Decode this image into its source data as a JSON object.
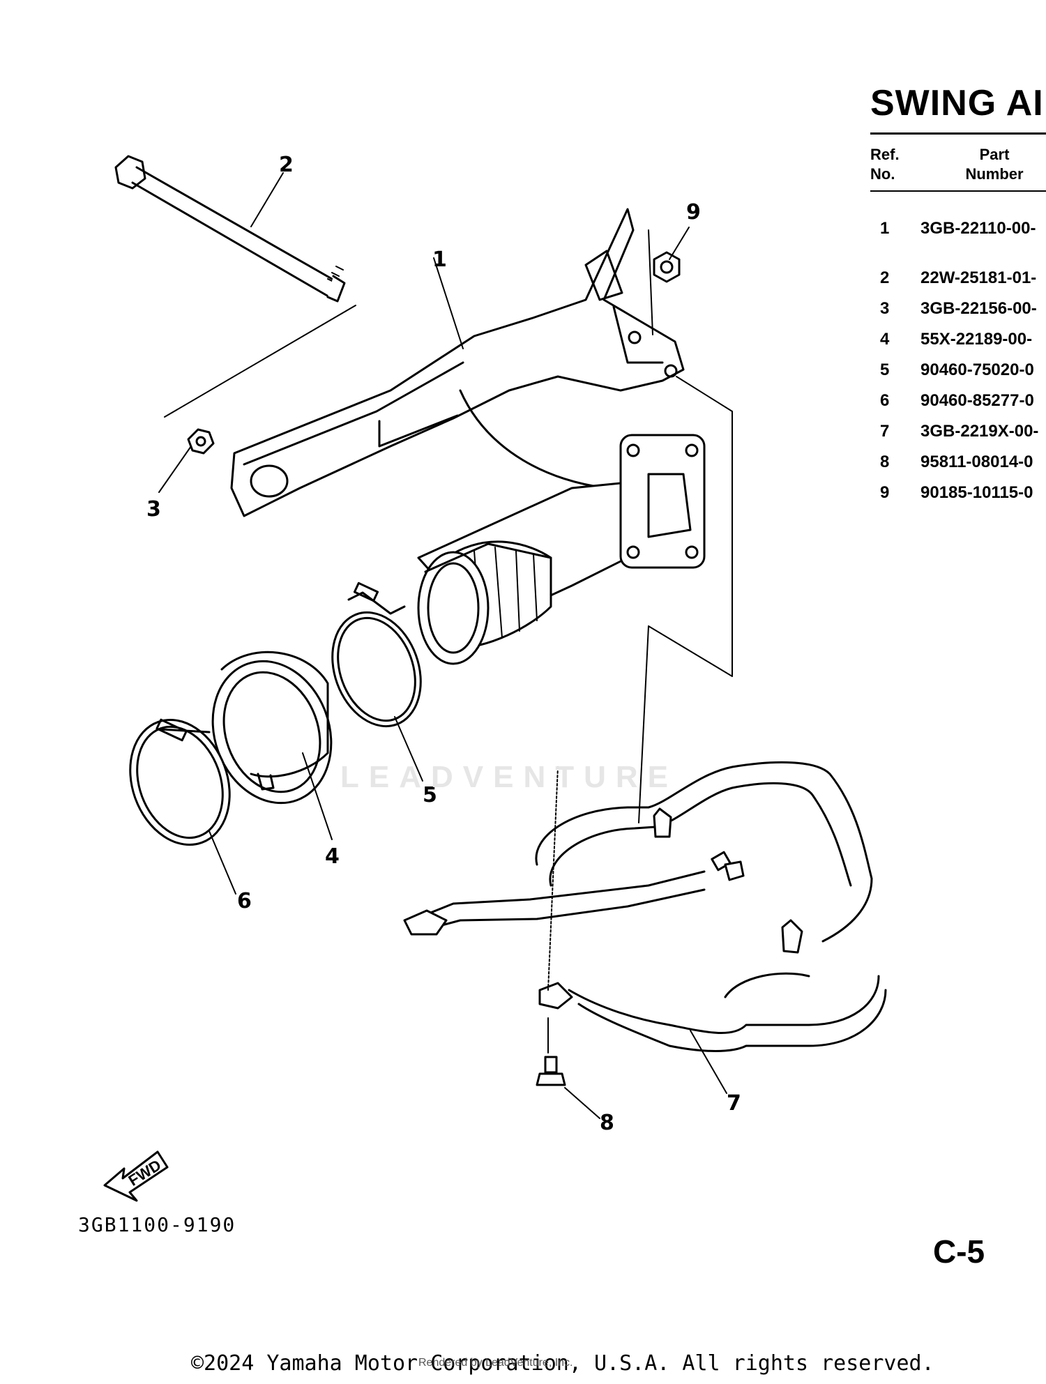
{
  "header": {
    "title": "SWING AI"
  },
  "table": {
    "col_ref": "Ref.\nNo.",
    "col_ref_l1": "Ref.",
    "col_ref_l2": "No.",
    "col_part_l1": "Part",
    "col_part_l2": "Number",
    "rows": [
      {
        "ref": "1",
        "part": "3GB-22110-00-"
      },
      {
        "ref": "2",
        "part": "22W-25181-01-"
      },
      {
        "ref": "3",
        "part": "3GB-22156-00-"
      },
      {
        "ref": "4",
        "part": "55X-22189-00-"
      },
      {
        "ref": "5",
        "part": "90460-75020-0"
      },
      {
        "ref": "6",
        "part": "90460-85277-0"
      },
      {
        "ref": "7",
        "part": "3GB-2219X-00-"
      },
      {
        "ref": "8",
        "part": "95811-08014-0"
      },
      {
        "ref": "9",
        "part": "90185-10115-0"
      }
    ]
  },
  "diagram": {
    "callouts": [
      "1",
      "2",
      "3",
      "4",
      "5",
      "6",
      "7",
      "8",
      "9"
    ],
    "fwd_label": "FWD",
    "diagram_number": "3GB1100-9190",
    "watermark": "LEADVENTURE"
  },
  "footer": {
    "page_id": "C-5",
    "copyright": "©2024 Yamaha Motor Corporation, U.S.A. All rights reserved.",
    "rendered_by": "Rendered by LeadVenture, Inc."
  }
}
